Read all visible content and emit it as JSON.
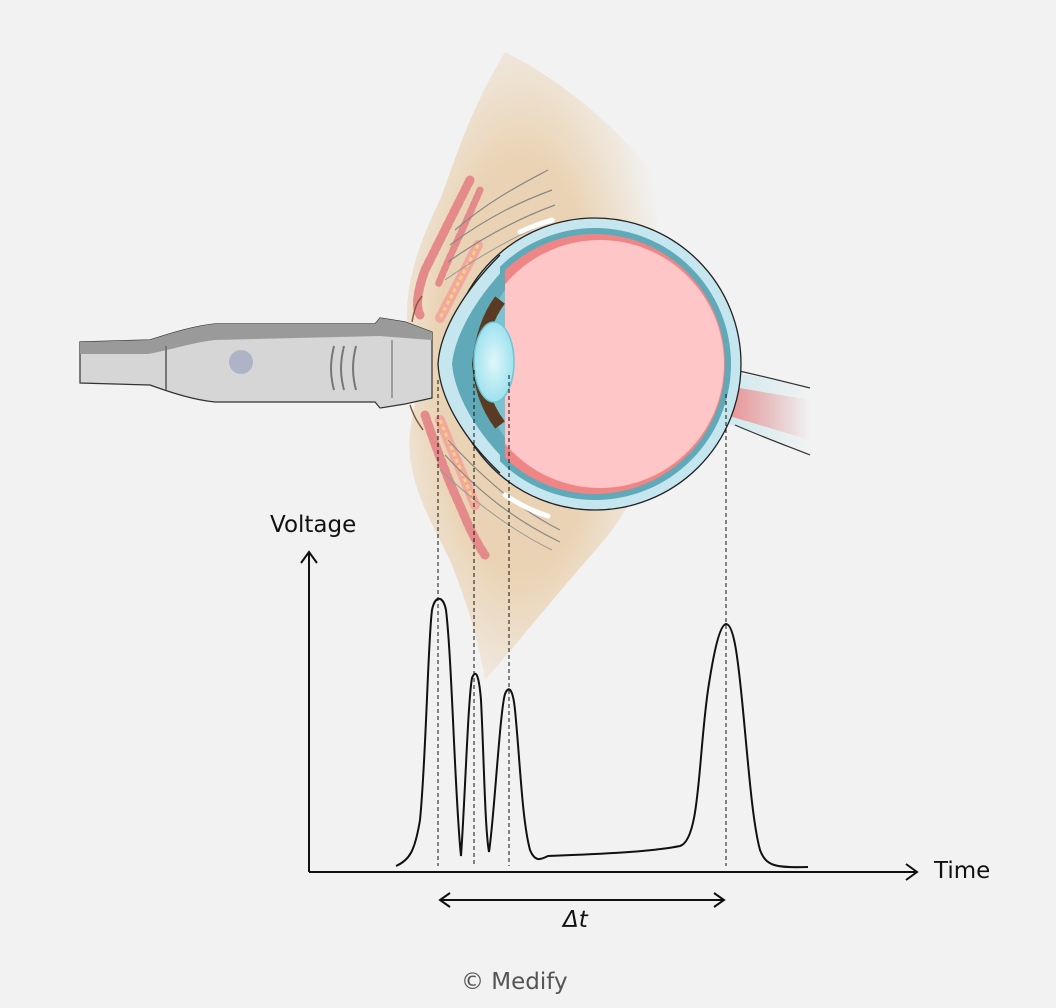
{
  "axes": {
    "y_label": "Voltage",
    "x_label": "Time",
    "interval_label": "Δt"
  },
  "copyright": "© Medify",
  "colors": {
    "background": "#f2f2f2",
    "skin": "#ead3b4",
    "vitreous": "#ffc6c8",
    "sclera": "#5fa9b8",
    "lens": "#aee8f0",
    "probe": "#d6d6d6"
  },
  "peaks": [
    {
      "structure": "cornea",
      "relative_amplitude": 1.0
    },
    {
      "structure": "anterior-lens",
      "relative_amplitude": 0.72
    },
    {
      "structure": "posterior-lens",
      "relative_amplitude": 0.66
    },
    {
      "structure": "retina",
      "relative_amplitude": 0.9
    }
  ]
}
